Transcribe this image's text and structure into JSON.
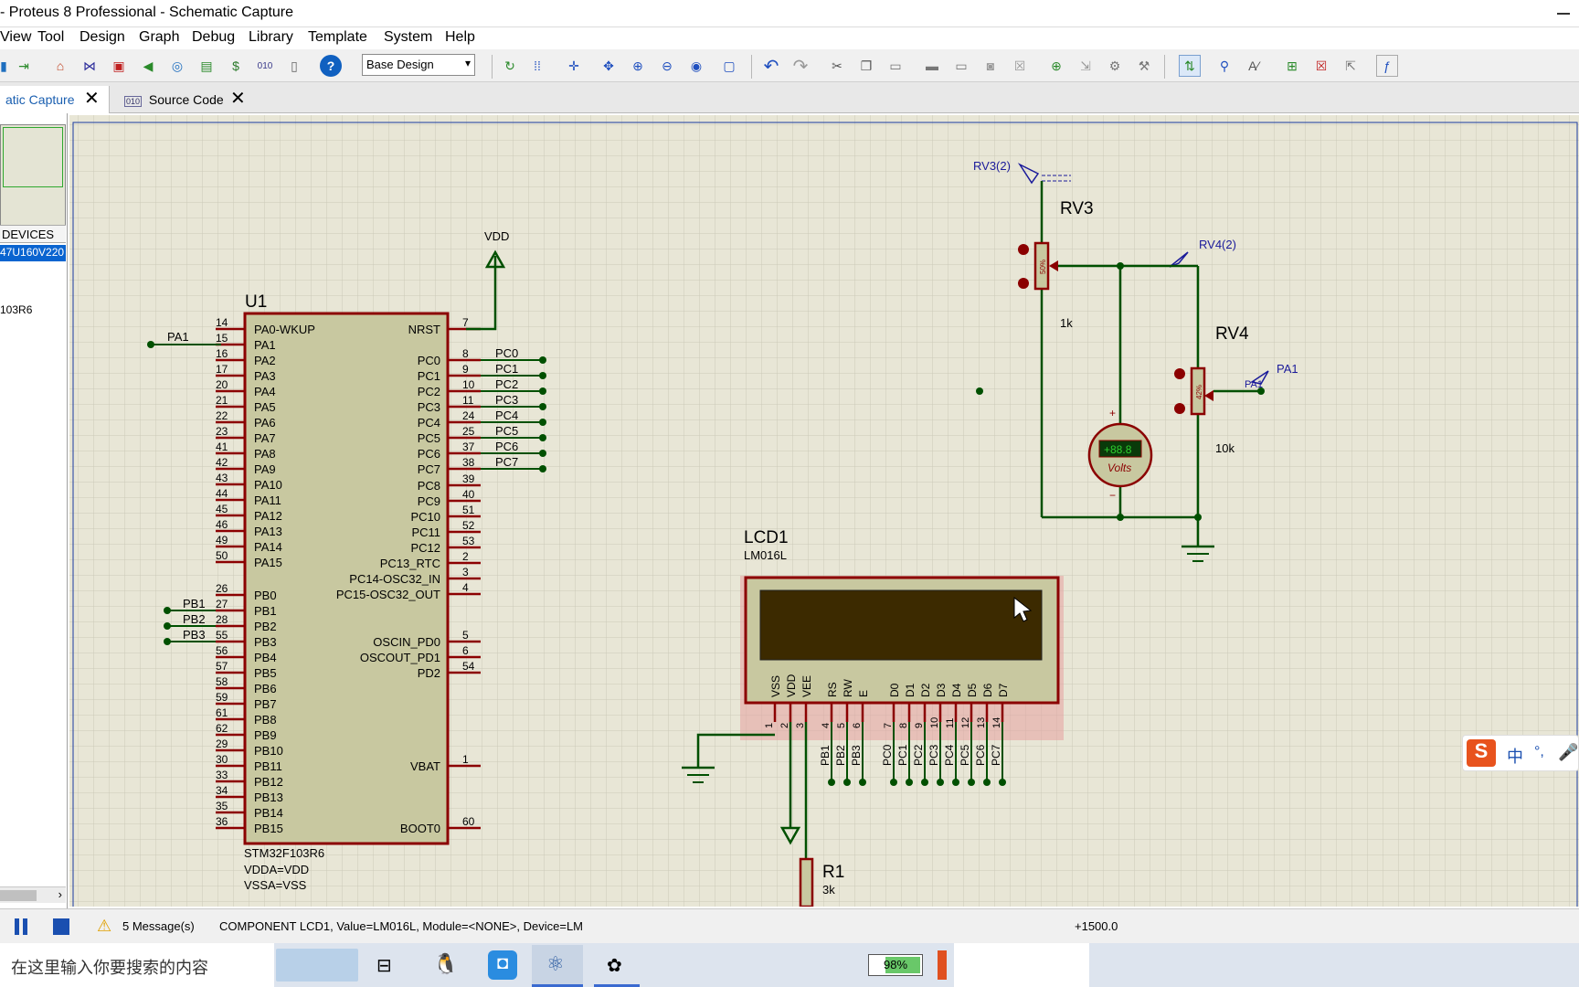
{
  "window": {
    "title": "- Proteus 8 Professional - Schematic Capture"
  },
  "menu": [
    "View",
    "Tool",
    "Design",
    "Graph",
    "Debug",
    "Library",
    "Template",
    "System",
    "Help"
  ],
  "toolbar": {
    "design_select": "Base Design"
  },
  "tabs": [
    {
      "label": "atic Capture"
    },
    {
      "label": "Source Code"
    }
  ],
  "sidebar": {
    "devices_header": "DEVICES",
    "device_selected": "47U160V220",
    "device_2": "103R6"
  },
  "schematic": {
    "u1": {
      "ref": "U1",
      "part": "STM32F103R6",
      "attr1": "VDDA=VDD",
      "attr2": "VSSA=VSS",
      "left_pins": [
        {
          "num": "14",
          "name": "PA0-WKUP"
        },
        {
          "num": "15",
          "name": "PA1"
        },
        {
          "num": "16",
          "name": "PA2"
        },
        {
          "num": "17",
          "name": "PA3"
        },
        {
          "num": "20",
          "name": "PA4"
        },
        {
          "num": "21",
          "name": "PA5"
        },
        {
          "num": "22",
          "name": "PA6"
        },
        {
          "num": "23",
          "name": "PA7"
        },
        {
          "num": "41",
          "name": "PA8"
        },
        {
          "num": "42",
          "name": "PA9"
        },
        {
          "num": "43",
          "name": "PA10"
        },
        {
          "num": "44",
          "name": "PA11"
        },
        {
          "num": "45",
          "name": "PA12"
        },
        {
          "num": "46",
          "name": "PA13"
        },
        {
          "num": "49",
          "name": "PA14"
        },
        {
          "num": "50",
          "name": "PA15"
        },
        {
          "num": "26",
          "name": "PB0"
        },
        {
          "num": "27",
          "name": "PB1"
        },
        {
          "num": "28",
          "name": "PB2"
        },
        {
          "num": "55",
          "name": "PB3"
        },
        {
          "num": "56",
          "name": "PB4"
        },
        {
          "num": "57",
          "name": "PB5"
        },
        {
          "num": "58",
          "name": "PB6"
        },
        {
          "num": "59",
          "name": "PB7"
        },
        {
          "num": "61",
          "name": "PB8"
        },
        {
          "num": "62",
          "name": "PB9"
        },
        {
          "num": "29",
          "name": "PB10"
        },
        {
          "num": "30",
          "name": "PB11"
        },
        {
          "num": "33",
          "name": "PB12"
        },
        {
          "num": "34",
          "name": "PB13"
        },
        {
          "num": "35",
          "name": "PB14"
        },
        {
          "num": "36",
          "name": "PB15"
        }
      ],
      "right_pins": [
        {
          "num": "7",
          "name": "NRST"
        },
        {
          "num": "8",
          "name": "PC0"
        },
        {
          "num": "9",
          "name": "PC1"
        },
        {
          "num": "10",
          "name": "PC2"
        },
        {
          "num": "11",
          "name": "PC3"
        },
        {
          "num": "24",
          "name": "PC4"
        },
        {
          "num": "25",
          "name": "PC5"
        },
        {
          "num": "37",
          "name": "PC6"
        },
        {
          "num": "38",
          "name": "PC7"
        },
        {
          "num": "39",
          "name": "PC8"
        },
        {
          "num": "40",
          "name": "PC9"
        },
        {
          "num": "51",
          "name": "PC10"
        },
        {
          "num": "52",
          "name": "PC11"
        },
        {
          "num": "53",
          "name": "PC12"
        },
        {
          "num": "2",
          "name": "PC13_RTC"
        },
        {
          "num": "3",
          "name": "PC14-OSC32_IN"
        },
        {
          "num": "4",
          "name": "PC15-OSC32_OUT"
        },
        {
          "num": "5",
          "name": "OSCIN_PD0"
        },
        {
          "num": "6",
          "name": "OSCOUT_PD1"
        },
        {
          "num": "54",
          "name": "PD2"
        },
        {
          "num": "1",
          "name": "VBAT"
        },
        {
          "num": "60",
          "name": "BOOT0"
        }
      ],
      "pc_labels": [
        "PC0",
        "PC1",
        "PC2",
        "PC3",
        "PC4",
        "PC5",
        "PC6",
        "PC7"
      ],
      "pb_labels": [
        "PB1",
        "PB2",
        "PB3"
      ],
      "pa_label": "PA1"
    },
    "vdd": "VDD",
    "rv3": {
      "ref": "RV3",
      "value": "1k",
      "probe": "RV3(2)",
      "pct": "50%"
    },
    "rv4": {
      "ref": "RV4",
      "value": "10k",
      "probe": "RV4(2)",
      "pct": "42%",
      "pa_label": "PA1",
      "pa_small": "PA1"
    },
    "voltmeter": {
      "reading": "+88.8",
      "unit": "Volts",
      "plus": "+",
      "minus": "−"
    },
    "lcd": {
      "ref": "LCD1",
      "model": "LM016L",
      "pins": [
        {
          "n": "VSS",
          "num": "1"
        },
        {
          "n": "VDD",
          "num": "2"
        },
        {
          "n": "VEE",
          "num": "3"
        },
        {
          "n": "RS",
          "num": "4"
        },
        {
          "n": "RW",
          "num": "5"
        },
        {
          "n": "E",
          "num": "6"
        },
        {
          "n": "D0",
          "num": "7"
        },
        {
          "n": "D1",
          "num": "8"
        },
        {
          "n": "D2",
          "num": "9"
        },
        {
          "n": "D3",
          "num": "10"
        },
        {
          "n": "D4",
          "num": "11"
        },
        {
          "n": "D5",
          "num": "12"
        },
        {
          "n": "D6",
          "num": "13"
        },
        {
          "n": "D7",
          "num": "14"
        }
      ],
      "bus_labels": [
        "PB1",
        "PB2",
        "PB3",
        "PC0",
        "PC1",
        "PC2",
        "PC3",
        "PC4",
        "PC5",
        "PC6",
        "PC7"
      ]
    },
    "r1": {
      "ref": "R1",
      "value": "3k"
    }
  },
  "status": {
    "messages": "5 Message(s)",
    "info": "COMPONENT LCD1, Value=LM016L, Module=<NONE>, Device=LM",
    "coord": "+1500.0"
  },
  "taskbar": {
    "search_placeholder": "在这里输入你要搜索的内容",
    "battery": "98%"
  },
  "ime": {
    "label": "中"
  },
  "colors": {
    "wire": "#005000",
    "component": "#8b0000",
    "body_fill": "#c8c8a0",
    "canvas_bg": "#e8e6d6",
    "grid": "#c8c6b6",
    "probe": "#1a1a9a"
  }
}
